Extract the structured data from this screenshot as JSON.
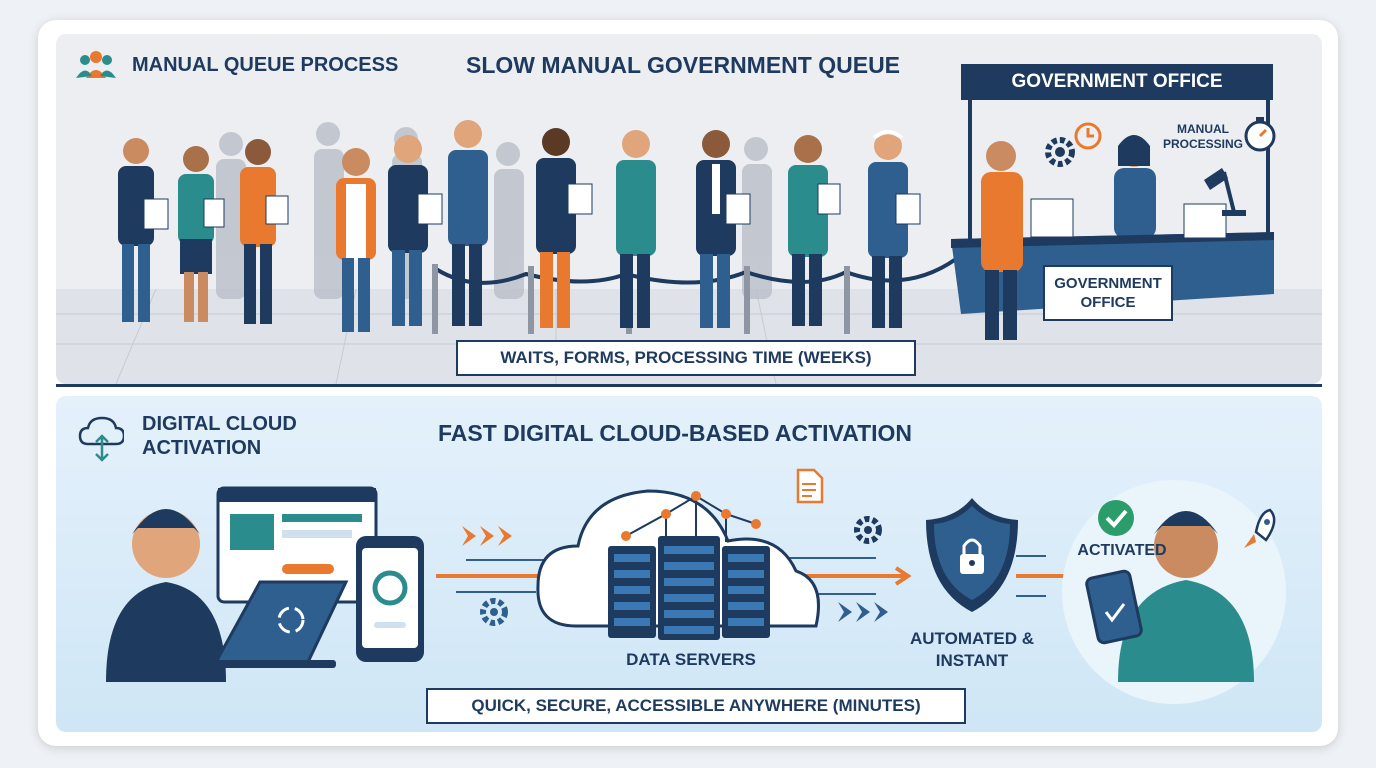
{
  "top": {
    "section_label": "MANUAL QUEUE PROCESS",
    "title": "SLOW MANUAL GOVERNMENT QUEUE",
    "office_banner": "GOVERNMENT OFFICE",
    "desk_sign": "GOVERNMENT OFFICE",
    "manual_processing": "MANUAL PROCESSING",
    "caption": "WAITS, FORMS, PROCESSING TIME (WEEKS)"
  },
  "bottom": {
    "section_label": "DIGITAL CLOUD ACTIVATION",
    "title": "FAST DIGITAL CLOUD-BASED ACTIVATION",
    "servers_label": "DATA SERVERS",
    "automated_label": "AUTOMATED & INSTANT",
    "activated_label": "ACTIVATED",
    "caption": "QUICK, SECURE, ACCESSIBLE ANYWHERE (MINUTES)"
  },
  "colors": {
    "navy": "#1e3a5f",
    "orange": "#e8792f",
    "teal": "#2a8c8c",
    "blue": "#2f5f8f",
    "green": "#2a9d6a"
  },
  "icons": [
    "people-icon",
    "cloud-sync-icon",
    "gear-icon",
    "clock-icon",
    "stopwatch-icon",
    "lamp-icon",
    "shield-lock-icon",
    "check-icon",
    "rocket-icon",
    "document-icon"
  ]
}
